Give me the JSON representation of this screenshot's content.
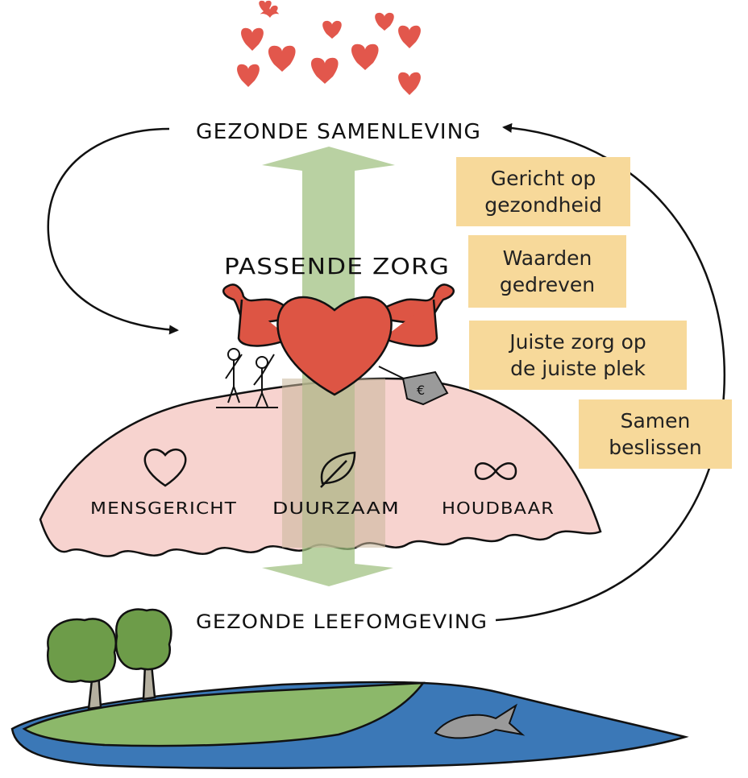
{
  "labels": {
    "top": "GEZONDE SAMENLEVING",
    "center": "PASSENDE ZORG",
    "bottom": "GEZONDE LEEFOMGEVING",
    "pillars": [
      "MENSGERICHT",
      "DUURZAAM",
      "HOUDBAAR"
    ],
    "price_tag": "€"
  },
  "boxes": [
    {
      "text": "Gericht op\ngezondheid"
    },
    {
      "text": "Waarden\ngedreven"
    },
    {
      "text": "Juiste zorg op\nde juiste plek"
    },
    {
      "text": "Samen\nbeslissen"
    }
  ],
  "colors": {
    "hearts": "#e2574c",
    "heart_main": "#dd5544",
    "arms": "#dd5544",
    "hill": "#f7d3cf",
    "green_arrow": "#9fbf7f",
    "box_fill": "#f7d99a",
    "water": "#3b78b7",
    "land": "#8cb86a",
    "tree": "#6d9c49",
    "fish": "#9a9a9a"
  },
  "icons": [
    "hearts-cluster",
    "heart-icon",
    "leaf-icon",
    "infinity-icon",
    "trees-icon",
    "fish-icon",
    "price-tag-icon"
  ]
}
